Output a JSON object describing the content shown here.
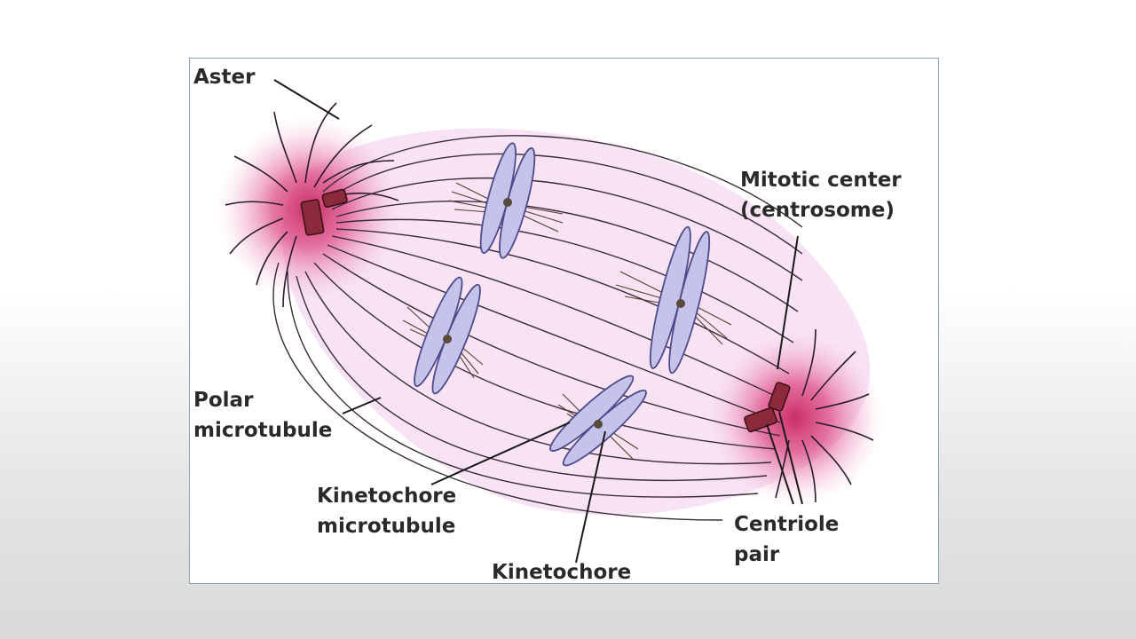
{
  "figure": {
    "labels": {
      "aster": "Aster",
      "mitotic_center_line1": "Mitotic center",
      "mitotic_center_line2": "(centrosome)",
      "polar_line1": "Polar",
      "polar_line2": "microtubule",
      "kinetochore_mt_line1": "Kinetochore",
      "kinetochore_mt_line2": "microtubule",
      "kinetochore": "Kinetochore",
      "centriole_line1": "Centriole",
      "centriole_line2": "pair"
    },
    "colors": {
      "spindle_fill": "#f8e3f4",
      "aster_glow": "#d83a78",
      "centriole": "#8a2a3a",
      "chromosome_fill": "#c6c3ea",
      "chromosome_stroke": "#4d4b8a",
      "fiber": "#3a2a3a",
      "label_text": "#2a2a2a"
    }
  }
}
